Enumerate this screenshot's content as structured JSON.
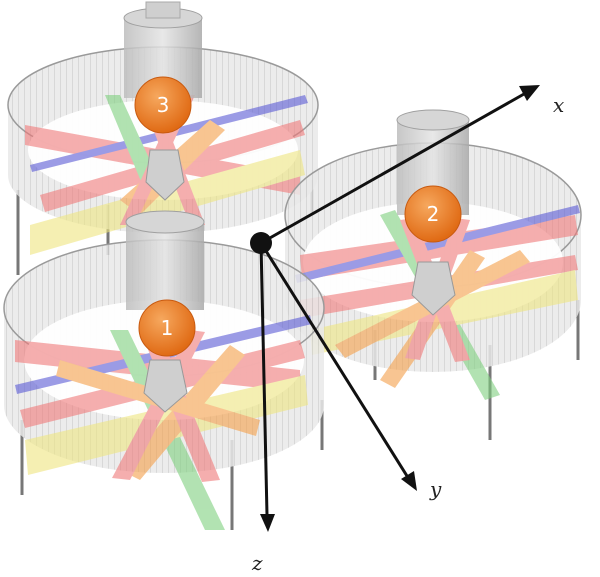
{
  "figure": {
    "modules": [
      {
        "id": "module-1",
        "label": "1"
      },
      {
        "id": "module-2",
        "label": "2"
      },
      {
        "id": "module-3",
        "label": "3"
      }
    ],
    "axes": {
      "x": "x",
      "y": "y",
      "z": "z"
    },
    "colors": {
      "badge": "#e8731f",
      "badge_highlight": "#f6a85e",
      "wall": "#b0b0b0",
      "blade_red": "#f07a7a",
      "blade_orange": "#f5a04a",
      "blade_yellow": "#efe680",
      "blade_blue": "#5b5bd6",
      "blade_green": "#7fd07f",
      "axis": "#111111"
    }
  }
}
